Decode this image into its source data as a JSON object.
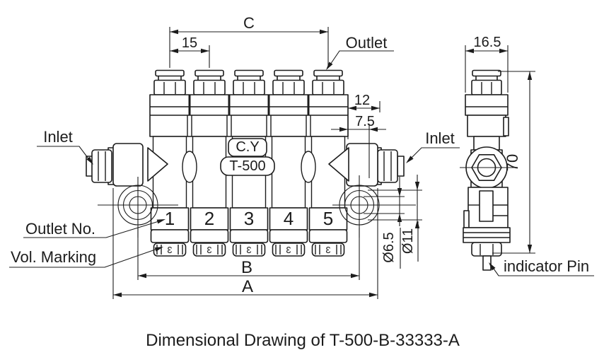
{
  "title": "Dimensional Drawing of T-500-B-33333-A",
  "colors": {
    "line": "#1c1c1c",
    "background": "#ffffff"
  },
  "front_view": {
    "labels": {
      "inlet_left": "Inlet",
      "inlet_right": "Inlet",
      "outlet": "Outlet",
      "outlet_no": "Outlet No.",
      "vol_marking": "Vol. Marking"
    },
    "markings": {
      "maker": "C.Y",
      "model": "T-500"
    },
    "outlet_numbers": [
      "1",
      "2",
      "3",
      "4",
      "5"
    ],
    "vol_values": [
      "3",
      "3",
      "3",
      "3",
      "3"
    ],
    "dimensions": {
      "c": "C",
      "pitch": "15",
      "end_offset": "12",
      "hole_offset": "7.5",
      "b": "B",
      "a": "A",
      "hole_dia": "Ø6.5",
      "counterbore_dia": "Ø11"
    }
  },
  "side_view": {
    "labels": {
      "indicator_pin": "indicator Pin"
    },
    "dimensions": {
      "width": "16.5",
      "height": "70"
    }
  }
}
